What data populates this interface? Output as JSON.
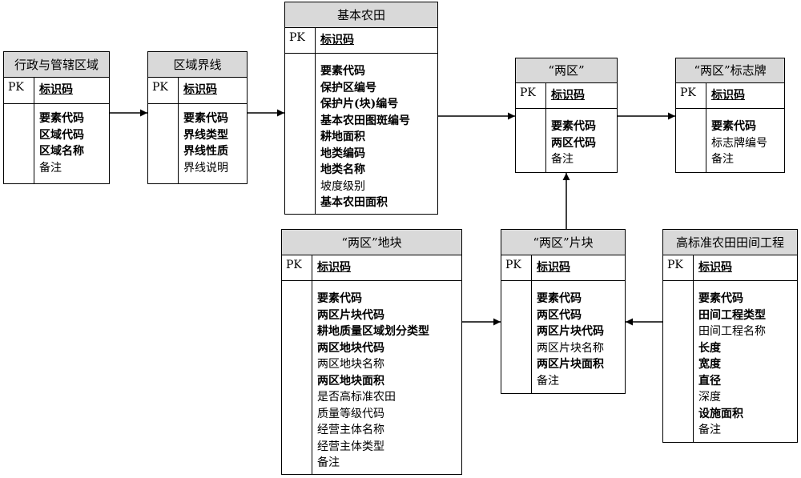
{
  "entities": {
    "admin_region": {
      "title": "行政与管辖区域",
      "pk": "PK",
      "key": "标识码",
      "attributes": [
        {
          "text": "要素代码",
          "bold": true
        },
        {
          "text": "区域代码",
          "bold": true
        },
        {
          "text": "区域名称",
          "bold": true
        },
        {
          "text": "备注",
          "bold": false
        }
      ]
    },
    "region_boundary": {
      "title": "区域界线",
      "pk": "PK",
      "key": "标识码",
      "attributes": [
        {
          "text": "要素代码",
          "bold": true
        },
        {
          "text": "界线类型",
          "bold": true
        },
        {
          "text": "界线性质",
          "bold": true
        },
        {
          "text": "界线说明",
          "bold": false
        }
      ]
    },
    "basic_farmland": {
      "title": "基本农田",
      "pk": "PK",
      "key": "标识码",
      "attributes": [
        {
          "text": "要素代码",
          "bold": true
        },
        {
          "text": "保护区编号",
          "bold": true
        },
        {
          "text": "保护片(块)编号",
          "bold": true
        },
        {
          "text": "基本农田图斑编号",
          "bold": true
        },
        {
          "text": "耕地面积",
          "bold": true
        },
        {
          "text": "地类编码",
          "bold": true
        },
        {
          "text": "地类名称",
          "bold": true
        },
        {
          "text": "坡度级别",
          "bold": false
        },
        {
          "text": "基本农田面积",
          "bold": true
        }
      ]
    },
    "two_zones": {
      "title": "“两区”",
      "pk": "PK",
      "key": "标识码",
      "attributes": [
        {
          "text": "要素代码",
          "bold": true
        },
        {
          "text": "两区代码",
          "bold": true
        },
        {
          "text": "备注",
          "bold": false
        }
      ]
    },
    "two_zones_sign": {
      "title": "“两区”标志牌",
      "pk": "PK",
      "key": "标识码",
      "attributes": [
        {
          "text": "要素代码",
          "bold": true
        },
        {
          "text": "标志牌编号",
          "bold": false
        },
        {
          "text": "备注",
          "bold": false
        }
      ]
    },
    "two_zones_plot": {
      "title": "“两区”地块",
      "pk": "PK",
      "key": "标识码",
      "attributes": [
        {
          "text": "要素代码",
          "bold": true
        },
        {
          "text": "两区片块代码",
          "bold": true
        },
        {
          "text": "耕地质量区域划分类型",
          "bold": true
        },
        {
          "text": "两区地块代码",
          "bold": true
        },
        {
          "text": "两区地块名称",
          "bold": false
        },
        {
          "text": "两区地块面积",
          "bold": true
        },
        {
          "text": "是否高标准农田",
          "bold": false
        },
        {
          "text": "质量等级代码",
          "bold": false
        },
        {
          "text": "经营主体名称",
          "bold": false
        },
        {
          "text": "经营主体类型",
          "bold": false
        },
        {
          "text": "备注",
          "bold": false
        }
      ]
    },
    "two_zones_block": {
      "title": "“两区”片块",
      "pk": "PK",
      "key": "标识码",
      "attributes": [
        {
          "text": "要素代码",
          "bold": true
        },
        {
          "text": "两区代码",
          "bold": true
        },
        {
          "text": "两区片块代码",
          "bold": true
        },
        {
          "text": "两区片块名称",
          "bold": false
        },
        {
          "text": "两区片块面积",
          "bold": true
        },
        {
          "text": "备注",
          "bold": false
        }
      ]
    },
    "hs_field_works": {
      "title": "高标准农田田间工程",
      "pk": "PK",
      "key": "标识码",
      "attributes": [
        {
          "text": "要素代码",
          "bold": true
        },
        {
          "text": "田间工程类型",
          "bold": true
        },
        {
          "text": "田间工程名称",
          "bold": false
        },
        {
          "text": "长度",
          "bold": true
        },
        {
          "text": "宽度",
          "bold": true
        },
        {
          "text": "直径",
          "bold": true
        },
        {
          "text": "深度",
          "bold": false
        },
        {
          "text": "设施面积",
          "bold": true
        },
        {
          "text": "备注",
          "bold": false
        }
      ]
    }
  }
}
